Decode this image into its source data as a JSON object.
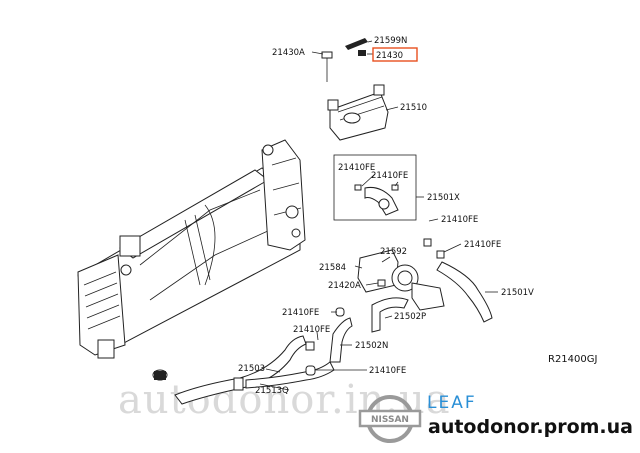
{
  "diagram": {
    "reference_code": "R21400GJ",
    "labels": [
      {
        "id": "21599N",
        "text": "21599N"
      },
      {
        "id": "21430A",
        "text": "21430A"
      },
      {
        "id": "21430",
        "text": "21430",
        "highlighted": true
      },
      {
        "id": "21510",
        "text": "21510"
      },
      {
        "id": "21410FE_1",
        "text": "21410FE"
      },
      {
        "id": "21410FE_2",
        "text": "21410FE"
      },
      {
        "id": "21501X",
        "text": "21501X"
      },
      {
        "id": "21410FE_3",
        "text": "21410FE"
      },
      {
        "id": "21410FE_4",
        "text": "21410FE"
      },
      {
        "id": "21592",
        "text": "21592"
      },
      {
        "id": "21584",
        "text": "21584"
      },
      {
        "id": "21420A",
        "text": "21420A"
      },
      {
        "id": "21501V",
        "text": "21501V"
      },
      {
        "id": "21410FE_5",
        "text": "21410FE"
      },
      {
        "id": "21502P",
        "text": "21502P"
      },
      {
        "id": "21410FE_6",
        "text": "21410FE"
      },
      {
        "id": "21502N",
        "text": "21502N"
      },
      {
        "id": "21503",
        "text": "21503"
      },
      {
        "id": "21410FE_7",
        "text": "21410FE"
      },
      {
        "id": "21513Q",
        "text": "21513Q"
      }
    ],
    "highlight_color": "#e8501e"
  },
  "branding": {
    "watermark": "autodonor.in.ua",
    "logo_brand": "NISSAN",
    "model": "LEAF",
    "website": "autodonor.prom.ua"
  }
}
